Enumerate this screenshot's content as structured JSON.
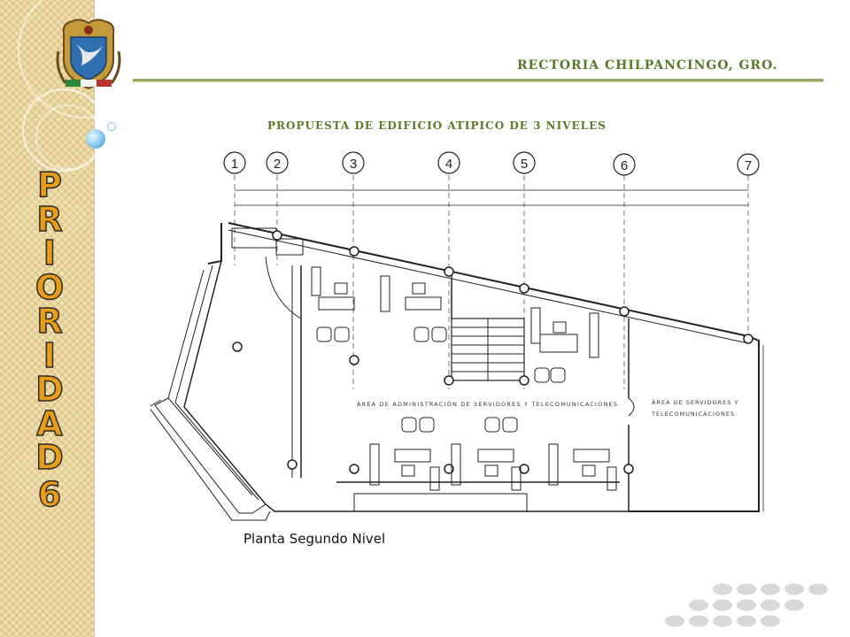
{
  "header": {
    "title": "RECTORIA CHILPANCINGO, GRO.",
    "logo_icon": "university-crest-icon"
  },
  "sidebar": {
    "letters": [
      "P",
      "R",
      "I",
      "O",
      "R",
      "I",
      "D",
      "A",
      "D"
    ],
    "number": "6"
  },
  "slide": {
    "plan_title": "PROPUESTA DE EDIFICIO ATIPICO DE 3 NIVELES"
  },
  "plan": {
    "axes": [
      "1",
      "2",
      "3",
      "4",
      "5",
      "6",
      "7"
    ],
    "area_admin": "ÁREA DE ADMINISTRACIÓN DE SERVIDORES Y TELECOMUNICACIONES",
    "area_servers_line1": "ÁREA DE SERVIDORES Y",
    "area_servers_line2": "TELECOMUNICACIONES",
    "caption": "Planta Segundo Nivel"
  },
  "colors": {
    "accent_green": "#5a7a2a",
    "letter_orange": "#e89d18",
    "sidebar_bg": "#f0e0b0"
  }
}
